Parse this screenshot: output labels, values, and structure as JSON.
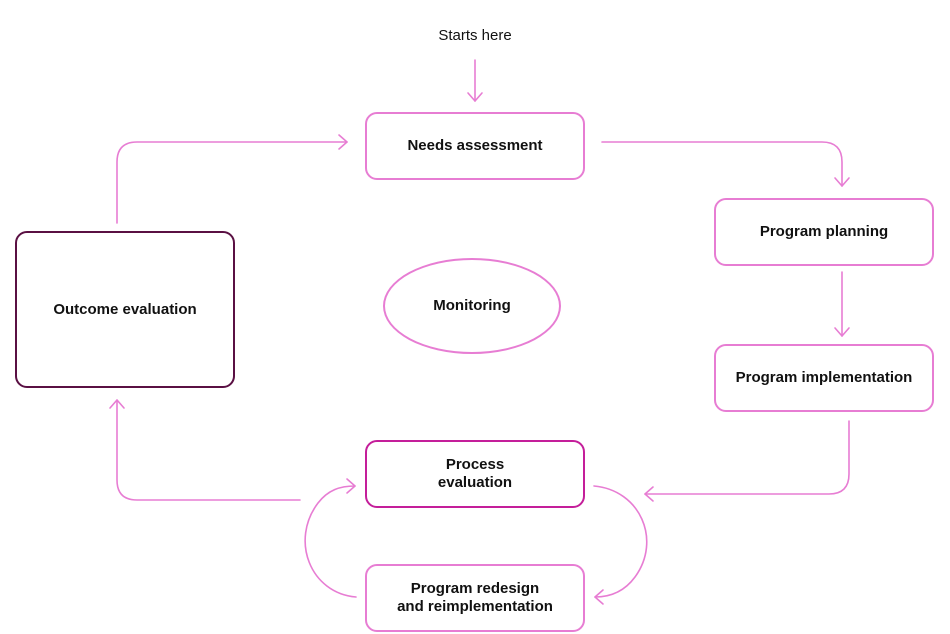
{
  "diagram": {
    "start_label": "Starts here",
    "nodes": {
      "needs_assessment": "Needs assessment",
      "program_planning": "Program planning",
      "program_implementation": "Program implementation",
      "process_evaluation": [
        "Process",
        "evaluation"
      ],
      "program_redesign": [
        "Program redesign",
        "and reimplementation"
      ],
      "outcome_evaluation": "Outcome evaluation",
      "monitoring": "Monitoring"
    },
    "colors": {
      "arrow": "#e77dd3",
      "node_border": "#e77dd3",
      "process_border": "#c41e9a",
      "outcome_border": "#5a1043",
      "text": "#111111"
    }
  }
}
